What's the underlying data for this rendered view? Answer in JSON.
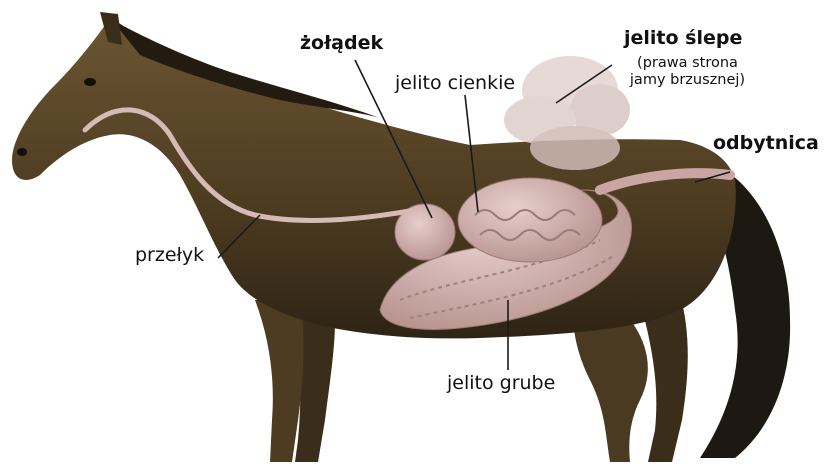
{
  "labels": {
    "stomach": "żołądek",
    "small_intestine": "jelito cienkie",
    "cecum": "jelito ślepe",
    "cecum_note_line1": "(prawa strona",
    "cecum_note_line2": "jamy brzusznej)",
    "rectum": "odbytnica",
    "esophagus": "przełyk",
    "large_intestine": "jelito grube"
  },
  "colors": {
    "coat": "#5a4628",
    "coat_dark": "#2c2114",
    "organs": "#c9a6a3",
    "leader_line": "#1a1a1a"
  }
}
